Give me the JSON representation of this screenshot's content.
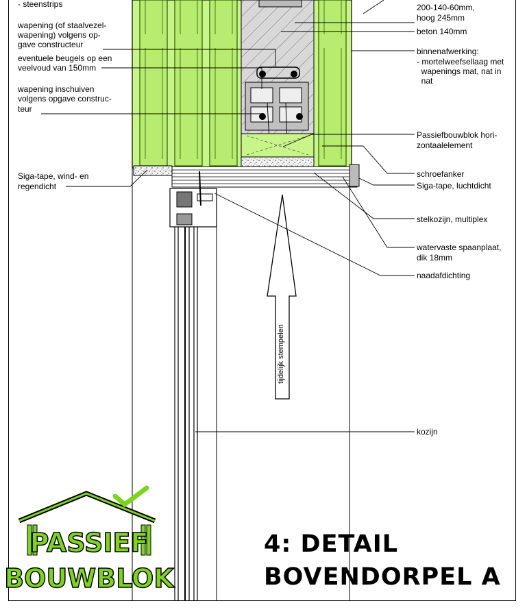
{
  "labels_left": {
    "steenstrips": "- steenstrips",
    "wapening_1": "wapening (of staalvezel-",
    "wapening_2": "wapening) volgens op-",
    "wapening_3": "gave constructeur",
    "beugels_1": "eventuele beugels op een",
    "beugels_2": "veelvoud van 150mm",
    "inschuiven_1": "wapening inschuiven",
    "inschuiven_2": "volgens opgave construc-",
    "inschuiven_3": "teur",
    "siga_wind_1": "Siga-tape, wind- en",
    "siga_wind_2": "regendicht"
  },
  "labels_right": {
    "dims_1": "200-140-60mm,",
    "dims_2": "hoog 245mm",
    "beton": "beton 140mm",
    "binnen_1": "binnenafwerking:",
    "binnen_2": "- mortelweefsellaag met",
    "binnen_3": "  wapenings mat, nat in",
    "binnen_4": "  nat",
    "passief_1": "Passiefbouwblok hori-",
    "passief_2": "zontaalelement",
    "schroefanker": "schroefanker",
    "siga_lucht": "Siga-tape, luchtdicht",
    "stelkozijn": "stelkozijn, multiplex",
    "spaanplaat_1": "watervaste spaanplaat,",
    "spaanplaat_2": "dik 18mm",
    "naad": "naadafdichting",
    "kozijn": "kozijn"
  },
  "arrow_text": "tijdelijk stempelen",
  "logo": {
    "line1": "PASSIEF",
    "line2": "BOUWBLOK"
  },
  "title": {
    "line1": "4: DETAIL",
    "line2": "BOVENDORPEL A"
  },
  "colors": {
    "insulation": "#c8f58a",
    "frame_green": "#9fe060",
    "concrete": "#d8d8d8",
    "logo_green": "#7ed321"
  }
}
